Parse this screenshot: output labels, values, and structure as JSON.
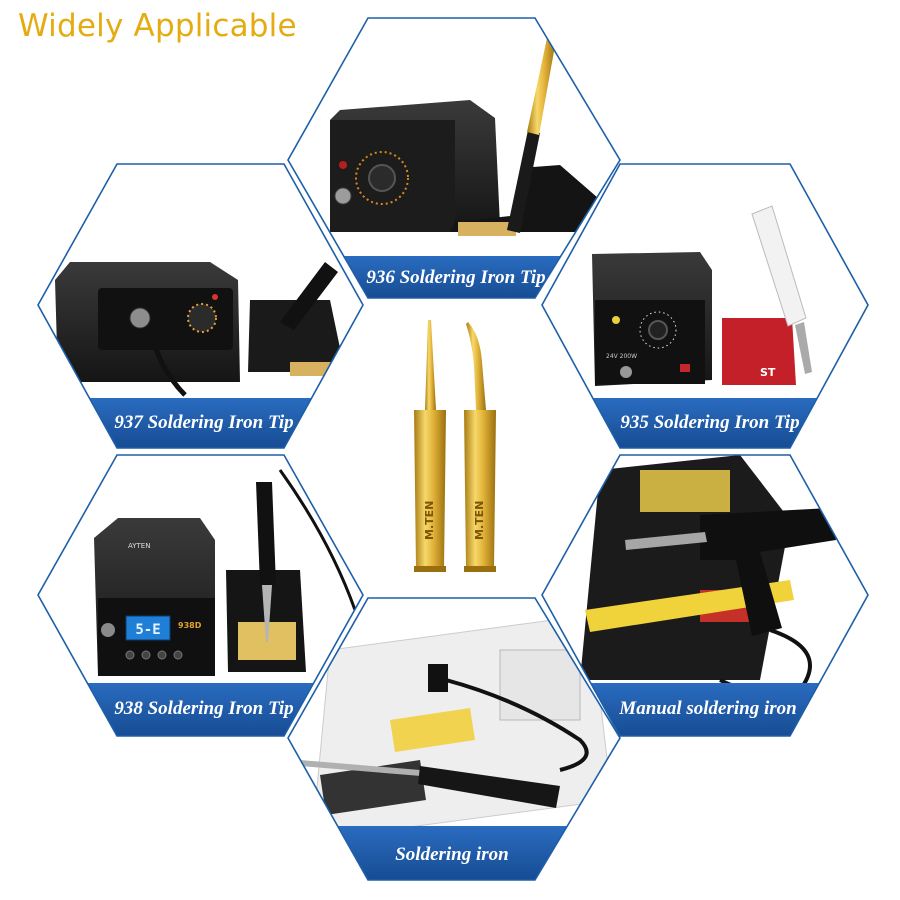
{
  "headline": "Widely Applicable",
  "products": [
    {
      "caption": "936 Soldering Iron Tip",
      "type": "analog-station"
    },
    {
      "caption": "937 Soldering Iron Tip",
      "type": "analog-station"
    },
    {
      "caption": "935 Soldering Iron Tip",
      "type": "analog-station"
    },
    {
      "caption": "938 Soldering Iron Tip",
      "type": "digital-station"
    },
    {
      "caption": "Manual soldering iron",
      "type": "solder-gun"
    },
    {
      "caption": "Soldering iron",
      "type": "pen-iron"
    }
  ],
  "station_labels": {
    "p935_power": "24V 200W",
    "p935_brand": "ST",
    "p938_display": "5-E",
    "p938_model": "938D",
    "p938_brand": "AYTEN"
  },
  "tips": [
    {
      "name": "straight-tip",
      "brand": "M.TEN"
    },
    {
      "name": "bent-tip",
      "brand": "M.TEN"
    }
  ],
  "colors": {
    "headline": "#e4ac10",
    "hex_border": "#1d5fa8",
    "banner": "#1b57a6",
    "banner_text": "#ffffff",
    "gold": "#d9ad2e"
  }
}
